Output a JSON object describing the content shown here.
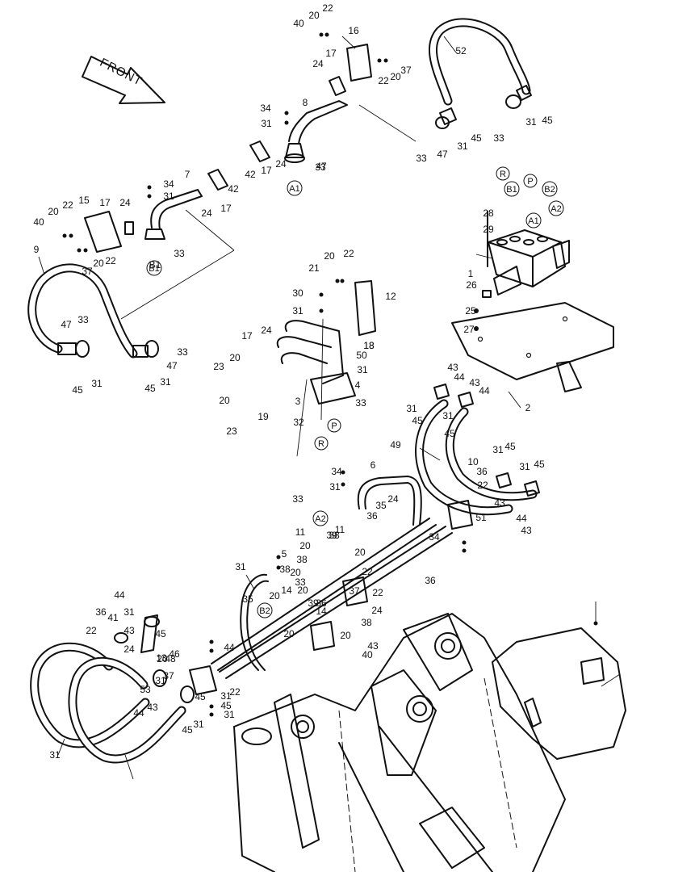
{
  "direction_label": "FRONT",
  "callouts": {
    "R_valve": "R",
    "B1_valve": "B1",
    "P_valve": "P",
    "B2_valve": "B2",
    "A1_valve": "A1",
    "A2_valve": "A2",
    "A1_top": "A1",
    "B1_left": "B1",
    "P_center": "P",
    "R_center": "R",
    "A2_mid": "A2",
    "B2_mid": "B2"
  },
  "labels": [
    "20",
    "22",
    "40",
    "16",
    "52",
    "17",
    "24",
    "22",
    "20",
    "37",
    "34",
    "8",
    "31",
    "47",
    "33",
    "45",
    "31",
    "33",
    "47",
    "31",
    "45",
    "24",
    "33",
    "42",
    "17",
    "42",
    "17",
    "24",
    "34",
    "7",
    "31",
    "15",
    "22",
    "20",
    "40",
    "17",
    "24",
    "9",
    "37",
    "20",
    "22",
    "33",
    "B1",
    "28",
    "29",
    "1",
    "26",
    "25",
    "27",
    "2",
    "21",
    "20",
    "22",
    "12",
    "30",
    "31",
    "24",
    "17",
    "18",
    "20",
    "23",
    "4",
    "50",
    "31",
    "3",
    "18",
    "19",
    "33",
    "20",
    "23",
    "32",
    "47",
    "33",
    "33",
    "45",
    "31",
    "45",
    "31",
    "47",
    "43",
    "44",
    "43",
    "44",
    "31",
    "45",
    "31",
    "45",
    "49",
    "10",
    "36",
    "22",
    "31",
    "45",
    "31",
    "45",
    "6",
    "34",
    "33",
    "31",
    "24",
    "35",
    "36",
    "51",
    "43",
    "44",
    "43",
    "11",
    "20",
    "11",
    "39",
    "38",
    "20",
    "20",
    "39",
    "38",
    "20",
    "22",
    "37",
    "24",
    "34",
    "5",
    "31",
    "38",
    "36",
    "33",
    "35",
    "20",
    "14",
    "22",
    "36",
    "20",
    "14",
    "38",
    "40",
    "20",
    "43",
    "44",
    "31",
    "45",
    "36",
    "22",
    "24",
    "13",
    "43",
    "44",
    "22",
    "20",
    "37",
    "45",
    "31",
    "45",
    "31",
    "44",
    "43",
    "45",
    "31",
    "31",
    "46",
    "53",
    "48",
    "41",
    "31"
  ]
}
